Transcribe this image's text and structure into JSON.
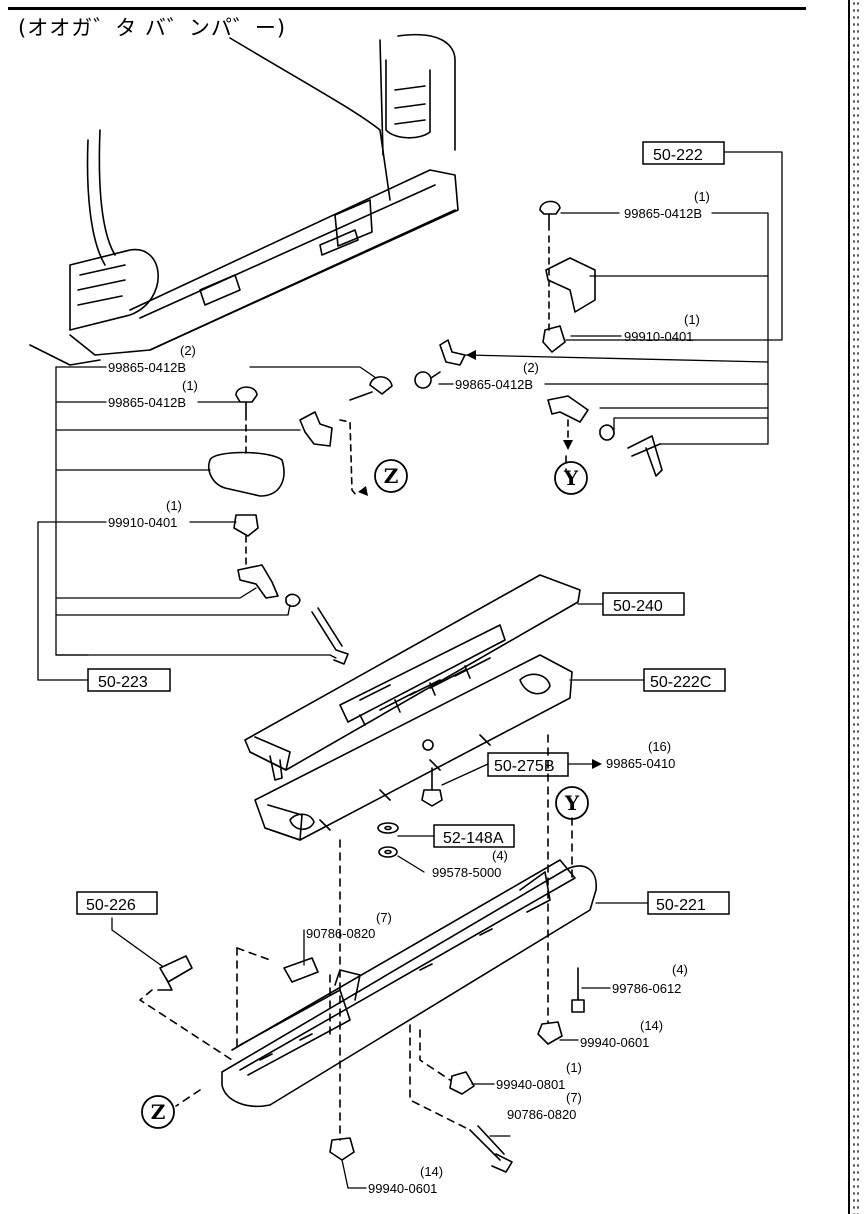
{
  "title": "(オオガ゛タ バ゛ンパ゛ー)",
  "boxes": {
    "b50_222": "50-222",
    "b50_223": "50-223",
    "b50_240": "50-240",
    "b50_222c": "50-222C",
    "b50_275b": "50-275B",
    "b52_148a": "52-148A",
    "b50_226": "50-226",
    "b50_221": "50-221"
  },
  "circles": {
    "y1": "Y",
    "y2": "Y",
    "z1": "Z",
    "z2": "Z"
  },
  "parts": {
    "p1": {
      "qty": "(2)",
      "pn": "99865-0412B"
    },
    "p2": {
      "qty": "(1)",
      "pn": "99865-0412B"
    },
    "p3": {
      "qty": "(1)",
      "pn": "99910-0401"
    },
    "p4": {
      "qty": "(1)",
      "pn": "99865-0412B"
    },
    "p5": {
      "qty": "(1)",
      "pn": "99910-0401"
    },
    "p6": {
      "qty": "(2)",
      "pn": "99865-0412B"
    },
    "p7": {
      "qty": "(16)",
      "pn": "99865-0410"
    },
    "p8": {
      "qty": "(4)",
      "pn": "99578-5000"
    },
    "p9": {
      "qty": "(7)",
      "pn": "90786-0820"
    },
    "p10": {
      "qty": "(4)",
      "pn": "99786-0612"
    },
    "p11": {
      "qty": "(14)",
      "pn": "99940-0601"
    },
    "p12": {
      "qty": "(1)",
      "pn": "99940-0801"
    },
    "p13": {
      "qty": "(7)",
      "pn": "90786-0820"
    },
    "p14": {
      "qty": "(14)",
      "pn": "99940-0601"
    }
  }
}
